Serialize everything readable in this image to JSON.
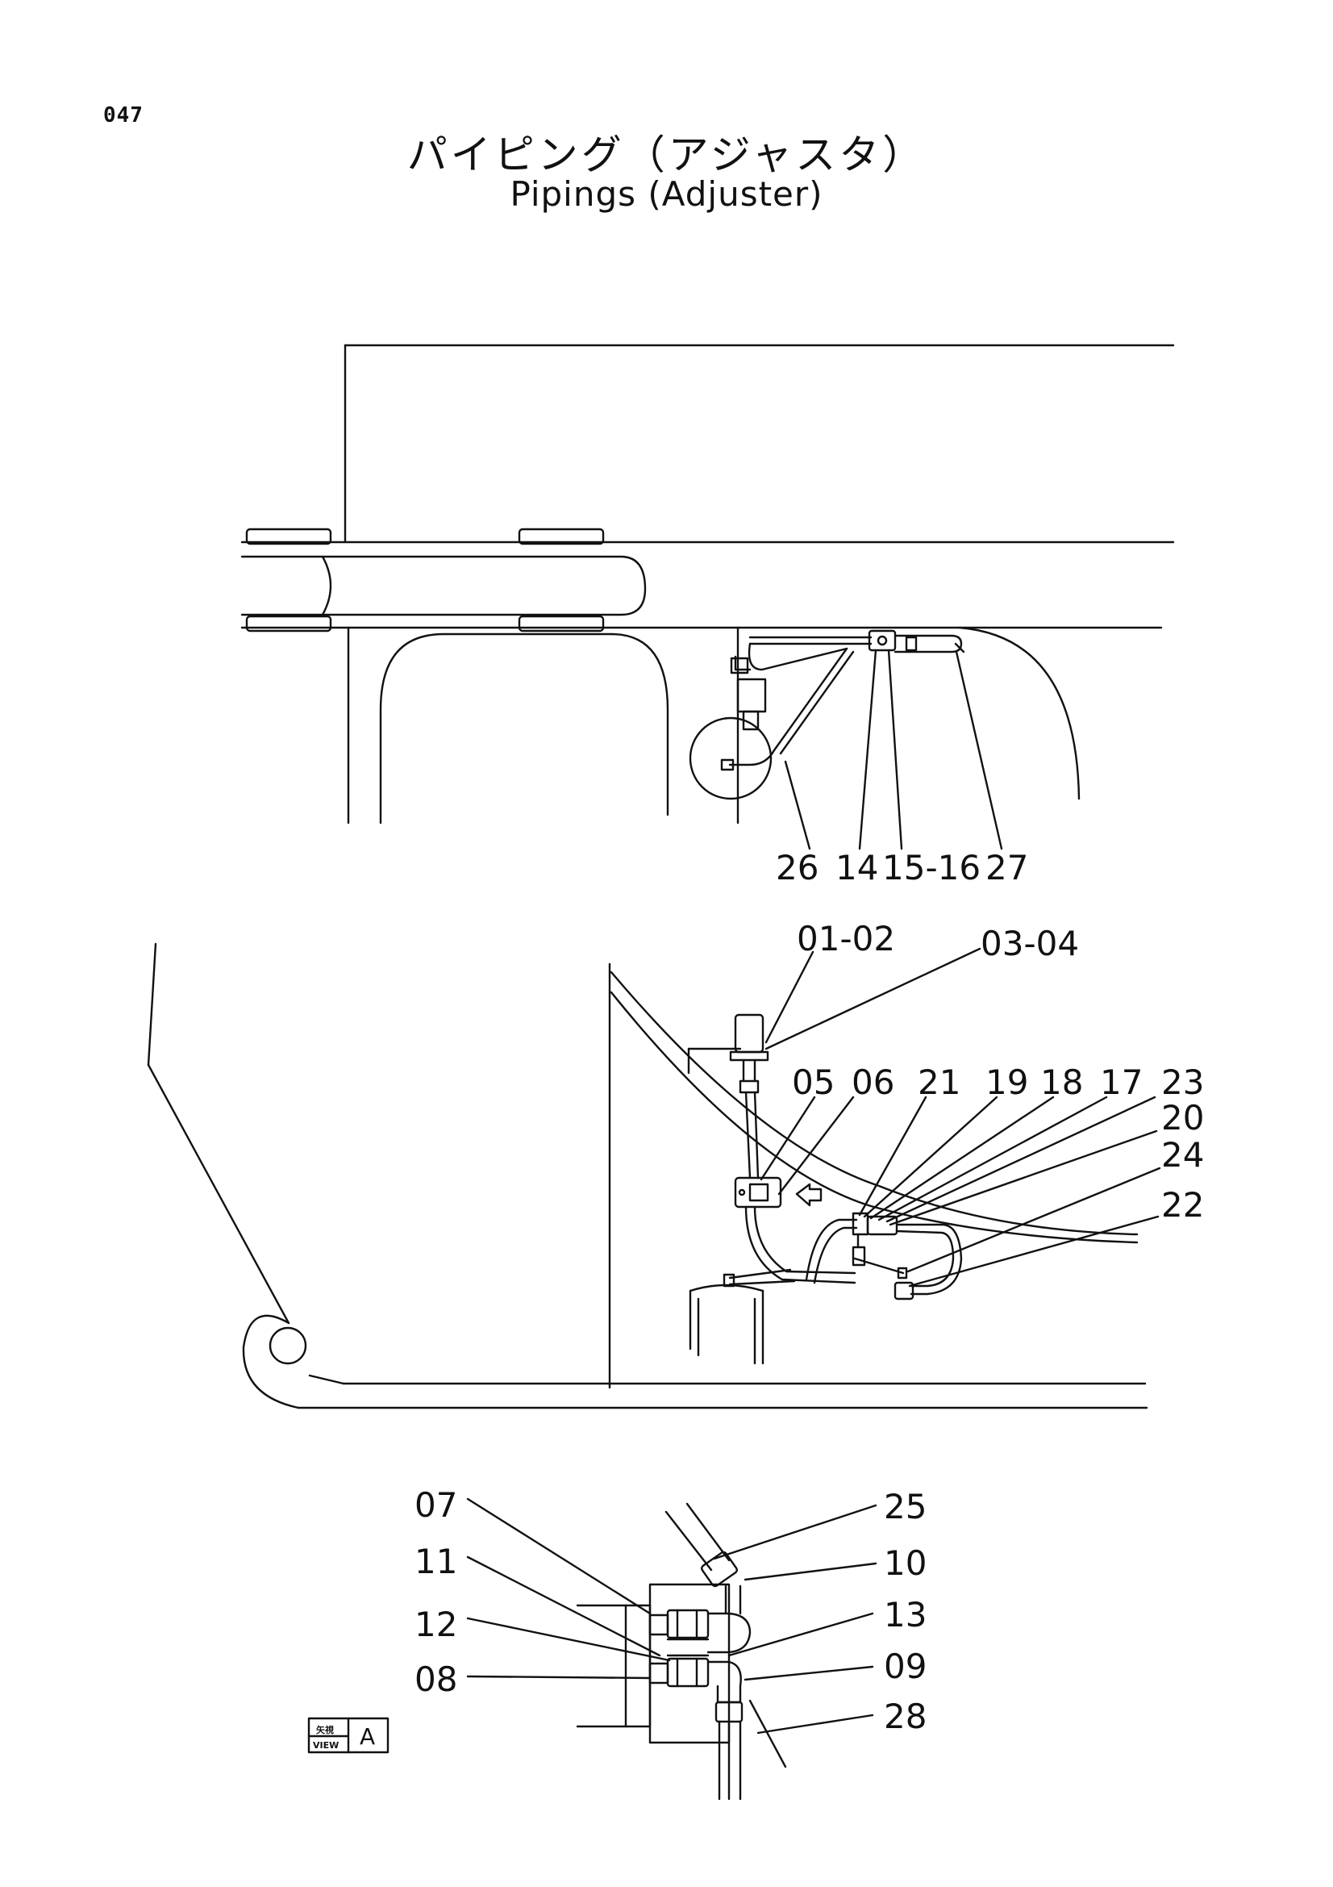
{
  "page_number": "047",
  "title_jp": "パイピング（アジャスタ）",
  "title_en": "Pipings (Adjuster)",
  "top_view": {
    "callouts": [
      "26",
      "14",
      "15-16",
      "27"
    ]
  },
  "side_view": {
    "callouts": [
      "01-02",
      "03-04",
      "05",
      "06",
      "21",
      "19",
      "18",
      "17",
      "23",
      "20",
      "24",
      "22"
    ]
  },
  "view_a": {
    "callouts_left": [
      "07",
      "11",
      "12",
      "08"
    ],
    "callouts_right": [
      "25",
      "10",
      "13",
      "09",
      "28"
    ],
    "view_box_jp": "矢視",
    "view_box_en": "VIEW",
    "view_box_letter": "A"
  },
  "colors": {
    "line": "#111111",
    "background": "#ffffff"
  }
}
